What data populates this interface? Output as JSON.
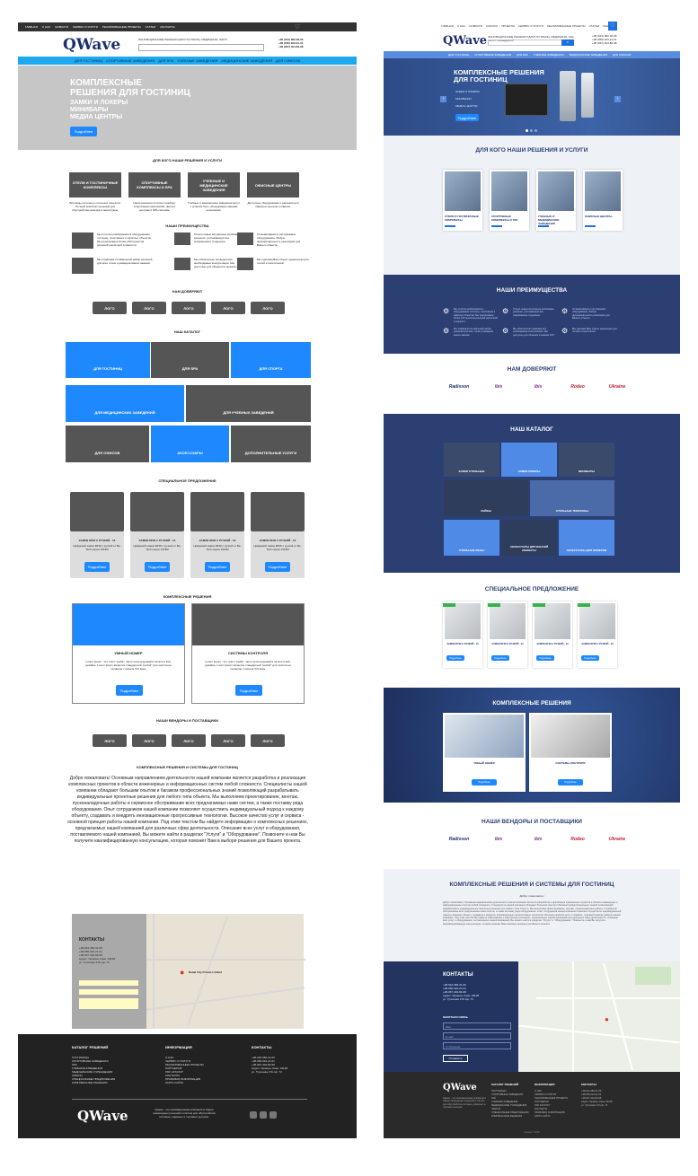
{
  "wire": {
    "topnav": [
      "ГЛАВНАЯ",
      "О НАС",
      "НОВОСТИ",
      "СЕРВИС И УСЛУГИ",
      "РЕАЛИЗОВАННЫЕ ПРОЕКТЫ",
      "СТАТЬИ",
      "КОНТАКТЫ"
    ],
    "brand": "QWave",
    "search_placeholder": "ИННОВАЦИОННЫЕ РЕШЕНИЯ ДЛЯ ГОСТИНИЦ, МЕДИЦИНЫ, ШКОЛ",
    "phones": [
      "+38 (044) 382-36-06",
      "+38 (050) 023-21-01",
      "+38 (067) 404-84-98"
    ],
    "catnav": [
      "ДЛЯ ГОСТИНИЦ",
      "СПОРТИВНЫЕ ЗАВЕДЕНИЯ",
      "ДЛЯ SPA",
      "УЧЕБНЫЕ ЗАВЕДЕНИЯ",
      "МЕДИЦИНСКИЕ ЗАВЕДЕНИЯ",
      "ДЛЯ ОФИСОВ"
    ],
    "hero": {
      "line1": "КОМПЛЕКСНЫЕ",
      "line2": "РЕШЕНИЯ ДЛЯ ГОСТИНИЦ",
      "line3": "ЗАМКИ И ЛОКЕРЫ",
      "line4": "МИНИБАРЫ",
      "line5": "МЕДИА ЦЕНТРЫ",
      "button": "Подробнее"
    },
    "for_whom_title": "ДЛЯ КОГО НАШИ РЕШЕНИЯ И УСЛУГИ",
    "for_whom": [
      {
        "label": "ОТЕЛИ И ГОСТИНИЧНЫЕ КОМПЛЕКСЫ",
        "text": "Все виды гостиниц и отельных проектов. Полный комплекс решений для обустройства номеров и аксессуары."
      },
      {
        "label": "СПОРТИВНЫЕ КОМПЛЕКСЫ И SPA",
        "text": "Наши решения отлично подойдут спортивным комплексам, фитнес центрам и SPA салонам."
      },
      {
        "label": "УЧЕБНЫЕ И МЕДИЦИНСКИЕ ЗАВЕДЕНИЯ",
        "text": "Учебные и медицинские заведения могут с успехом быть оборудованы нашими решениями."
      },
      {
        "label": "ОФИСНЫЕ ЦЕНТРЫ",
        "text": "Доступное оборудование и решения для офисных центров и офисов."
      }
    ],
    "advantages_title": "НАШИ ПРЕИМУЩЕСТВА",
    "advantages": [
      "Мы отлично разбираемся в оборудовании гостиниц, спортивных и офисных объектов. Мы реализовали более 100 проектов решений различной сложности.",
      "Только новые актуальные возможные решения, учитывающие все современные тенденции.",
      "Устанавливаем и настраиваем оборудование. Любую функциональность реализуем для Вашего объекта.",
      "Мы подберем оптимальный набор решений для всех типов и размеров ваших заказов.",
      "Мы обязательно проведем все необходимые консультации. Мы доступны для общения в режиме 24/7.",
      "Мы сделаем Ваш объект идеальным для гостей и посетителей."
    ],
    "trust_title": "НАМ ДОВЕРЯЮТ",
    "logo_label": "ЛОГО",
    "catalog_title": "НАШ КАТАЛОГ",
    "catalog": [
      "ДЛЯ ГОСТИНИЦ",
      "ДЛЯ SPA",
      "ДЛЯ СПОРТА",
      "ДЛЯ МЕДИЦИНСКИХ ЗАВЕДЕНИЙ",
      "ДЛЯ УЧЕБНЫХ ЗАВЕДЕНИЙ",
      "ДЛЯ ОФИСОВ",
      "АКСЕССУАРЫ",
      "ДОПОЛНИТЕЛЬНЫЕ УСЛУГИ"
    ],
    "special_title": "СПЕЦИАЛЬНОЕ ПРЕДЛОЖЕНИЕ",
    "product": {
      "name": "ЗАМОК RFID С РУЧКОЙ - 13",
      "desc": "Цифровой замок RFID с ручкой от Be-Tech серии 1313M",
      "button": "Подробнее"
    },
    "complex_title": "КОМПЛЕКСНЫЕ РЕШЕНИЯ",
    "complex": [
      {
        "name": "УМНЫЙ НОМЕР",
        "text": "Lorem Ipsum - это текст-\"рыба\", часто используемый в печати и вэб-дизайне. Lorem Ipsum является стандартной \"рыбой\" для текстов на латинице с начала XVI века.",
        "button": "Подробнее"
      },
      {
        "name": "СИСТЕМЫ КОНТРОЛЯ",
        "text": "Lorem Ipsum - это текст-\"рыба\", часто используемый в печати и вэб-дизайне. Lorem Ipsum является стандартной \"рыбой\" для текстов на латинице с начала XVI века.",
        "button": "Подробнее"
      }
    ],
    "vendors_title": "НАШИ ВЕНДОРЫ И ПОСТАВЩИКИ",
    "about_title": "КОМПЛЕКСНЫЕ РЕШЕНИЯ И СИСТЕМЫ ДЛЯ ГОСТИНИЦ",
    "about_text": "Добро пожаловать! Основным направлением деятельности нашей компании является разработка и реализация комплексных проектов в области инженерных и информационных систем любой сложности. Специалисты нашей компании обладают большим опытом и багажом профессиональных знаний позволяющий разрабатывать индивидуальные проектные решения для любого типа объекта. Мы выполняем проектирование, монтаж, пусконаладочные работы и сервисное обслуживание всех предлагаемых нами систем, а также поставку ряда оборудования. Опыт сотрудников нашей компании позволяет осуществить индивидуальный подход к каждому объекту, создавать и внедрять инновационные прогрессивные технологии. Высокое качество услуг и сервиса - основной принцип работы нашей компании. Под этим текстом Вы найдете информацию о комплексных решениях, предлагаемых нашей компанией для различных сфер деятельности. Описание всех услуг и оборудования, поставляемого нашей компанией, Вы можете найти в разделах \"Услуги\" и \"Оборудование\". Позвоните и нам Вы получите квалифицированную консультацию, которая поможет Вам в выборе решения для Вашего проекта.",
    "contacts": {
      "title": "КОНТАКТЫ",
      "lines": [
        "+38-044-383-31-69",
        "+38-050-023-21-01",
        "+38-067-404-84-98",
        "Адрес: Украина, Киев, 04128",
        "ул. Туполева 17К оф. 74"
      ]
    },
    "map_label": "Retail City Private Limited",
    "footer": {
      "col1_title": "КАТАЛОГ РЕШЕНИЙ",
      "col1": [
        "ГОСТИНИЦЫ",
        "СПОРТИВНЫЕ ЗАВЕДЕНИЯ",
        "SPA",
        "УЧЕБНЫЕ ЗАВЕДЕНИЯ",
        "МЕДИЦИНСКИЕ УЧРЕЖДЕНИЯ",
        "ОФИСЫ",
        "СПЕЦИАЛЬНЫЕ ПРЕДЛОЖЕНИЯ",
        "КОМПЛЕКСНЫЕ РЕШЕНИЯ"
      ],
      "col2_title": "ИНФОРМАЦИЯ",
      "col2": [
        "О НАС",
        "СЕРВИС И УСЛУГИ",
        "РЕАЛИЗОВАННЫЕ ПРОЕКТЫ",
        "ПАРТНЕРАМ",
        "PDF КАТАЛОГ",
        "КОНТАКТЫ",
        "ПРАВОВАЯ ИНФОРМАЦИЯ",
        "КАРТА САЙТА"
      ],
      "col3_title": "КОНТАКТЫ",
      "col3": [
        "+38-044-383-31-69",
        "+38-050-023-21-01",
        "+38-067-404-84-98",
        "Адрес: Украина, Киев, 04128",
        "ул. Туполева 17К оф. 74"
      ],
      "tagline": "Qwave - это инновационная компания в сфере инженерных решений и систем для обустройства гостиниц, офисных и торговых центров."
    }
  },
  "design": {
    "topnav": [
      "ГЛАВНАЯ",
      "О НАС",
      "НОВОСТИ",
      "КАТАЛОГ",
      "ПРОЕКТЫ",
      "СЕРВИС И УСЛУГИ",
      "РЕАЛИЗОВАННЫЕ ПРОЕКТЫ",
      "СТАТЬИ",
      "КОНТАКТЫ"
    ],
    "brand": "QWave",
    "tagline": "ИННОВАЦИОННЫЕ РЕШЕНИЯ ДЛЯ ГОСТИНИЦ, МЕДИЦИНЫ, SPA, ШКОЛ, ЗАВЕДЕНИЙ",
    "phones": [
      "+38 (044) 382-36-06",
      "+38 (050) 023-21-01",
      "+38 (067) 404-84-98"
    ],
    "catnav": [
      "ДЛЯ ГОСТИНИЦ",
      "СПОРТИВНЫЕ ЗАВЕДЕНИЯ",
      "ДЛЯ SPA",
      "УЧЕБНЫЕ ЗАВЕДЕНИЯ",
      "МЕДИЦИНСКИЕ ЗАВЕДЕНИЯ",
      "ДЛЯ ОФИСОВ"
    ],
    "hero": {
      "line1": "КОМПЛЕКСНЫЕ РЕШЕНИЯ",
      "line2": "ДЛЯ ГОСТИНИЦ",
      "items": [
        "ЗАМКИ И ЛОКЕРЫ",
        "МИНИБАРЫ",
        "МЕДИА ЦЕНТРЫ"
      ],
      "button": "Подробнее"
    },
    "for_whom_title": "ДЛЯ КОГО НАШИ РЕШЕНИЯ И УСЛУГИ",
    "for_whom": [
      "ОТЕЛИ И ГОСТИНИЧНЫЕ КОМПЛЕКСЫ",
      "СПОРТИВНЫЕ КОМПЛЕКСЫ И SPA",
      "УЧЕБНЫЕ И МЕДИЦИНСКИЕ ЗАВЕДЕНИЯ",
      "ОФИСНЫЕ ЦЕНТРЫ"
    ],
    "advantages_title": "НАШИ ПРЕИМУЩЕСТВА",
    "trust_title": "НАМ ДОВЕРЯЮТ",
    "trust_logos": [
      "Radisson",
      "ibis",
      "ibis",
      "Rodeo",
      "Ukraine"
    ],
    "catalog_title": "НАШ КАТАЛОГ",
    "catalog": [
      "ЗАМКИ ОТЕЛЬНЫЕ",
      "ЗАМКИ ЛОКЕРЫ",
      "МИНИБАРЫ",
      "СЕЙФЫ",
      "ОТЕЛЬНЫЕ ТЕЛЕФОНЫ",
      "ОТЕЛЬНЫЕ ФЕНЫ",
      "АКСЕССУАРЫ ДЛЯ ВАННОЙ КОМНАТЫ",
      "АКСЕССУАРЫ ДЛЯ НОМЕРОВ"
    ],
    "special_title": "СПЕЦИАЛЬНОЕ ПРЕДЛОЖЕНИЕ",
    "product": {
      "name": "ЗАМОК RFID С РУЧКОЙ - 13",
      "button": "Подробнее"
    },
    "complex_title": "КОМПЛЕКСНЫЕ РЕШЕНИЯ",
    "complex": [
      {
        "name": "УМНЫЙ НОМЕР",
        "button": "Подробнее"
      },
      {
        "name": "СИСТЕМЫ КОНТРОЛЯ",
        "button": "Подробнее"
      }
    ],
    "vendors_title": "НАШИ ВЕНДОРЫ И ПОСТАВЩИКИ",
    "about_title": "КОМПЛЕКСНЫЕ РЕШЕНИЯ И СИСТЕМЫ ДЛЯ ГОСТИНИЦ",
    "about_sub": "Добро пожаловать!",
    "contacts": {
      "title": "КОНТАКТЫ",
      "feedback": "ОБРАТНАЯ СВЯЗЬ",
      "send": "Отправить",
      "fields": [
        "Имя",
        "E-mail",
        "Сообщение"
      ]
    },
    "footer": {
      "col1_title": "КАТАЛОГ РЕШЕНИЙ",
      "col2_title": "ИНФОРМАЦИЯ",
      "col3_title": "КОНТАКТЫ",
      "copyright": "Qwave © 2018"
    }
  }
}
